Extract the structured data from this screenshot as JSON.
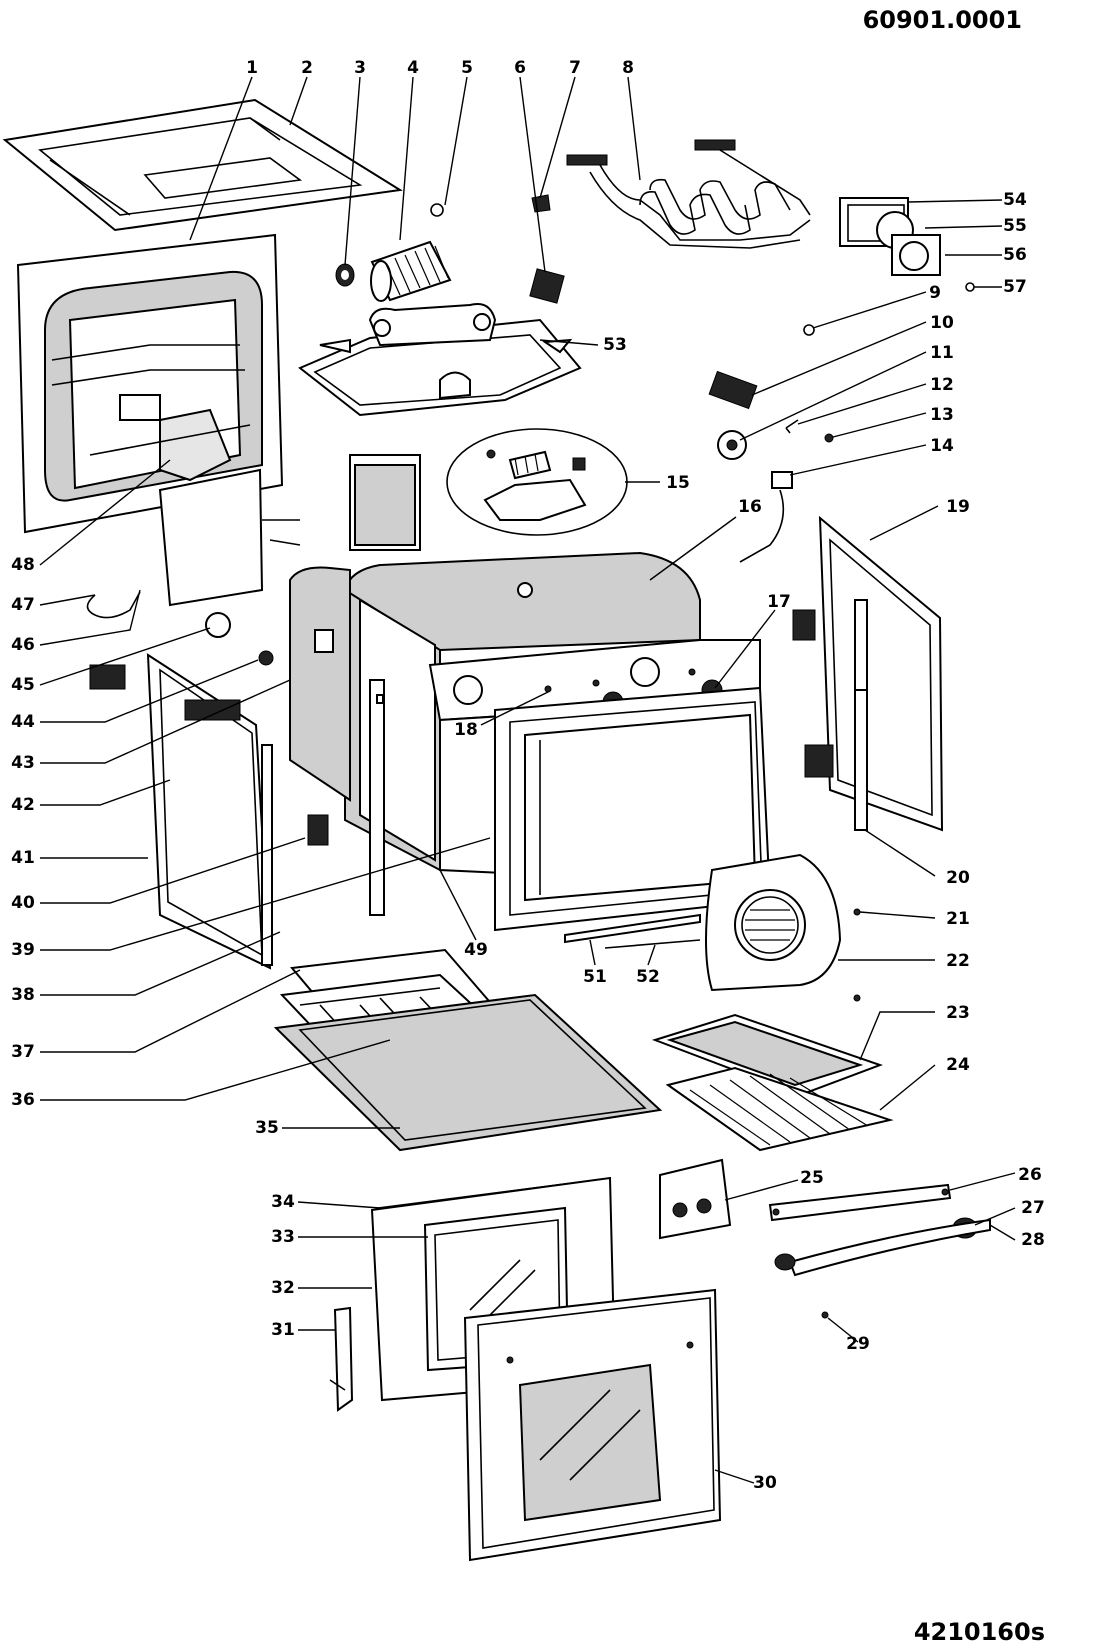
{
  "codes": {
    "top": "60901.0001",
    "bottom": "4210160s"
  },
  "labels": [
    "1",
    "2",
    "3",
    "4",
    "5",
    "6",
    "7",
    "8",
    "9",
    "10",
    "11",
    "12",
    "13",
    "14",
    "15",
    "16",
    "17",
    "18",
    "19",
    "20",
    "21",
    "22",
    "23",
    "24",
    "25",
    "26",
    "27",
    "28",
    "29",
    "30",
    "31",
    "32",
    "33",
    "34",
    "35",
    "36",
    "37",
    "38",
    "39",
    "40",
    "41",
    "42",
    "43",
    "44",
    "45",
    "46",
    "47",
    "48",
    "49",
    "51",
    "52",
    "53",
    "54",
    "55",
    "56",
    "57"
  ]
}
